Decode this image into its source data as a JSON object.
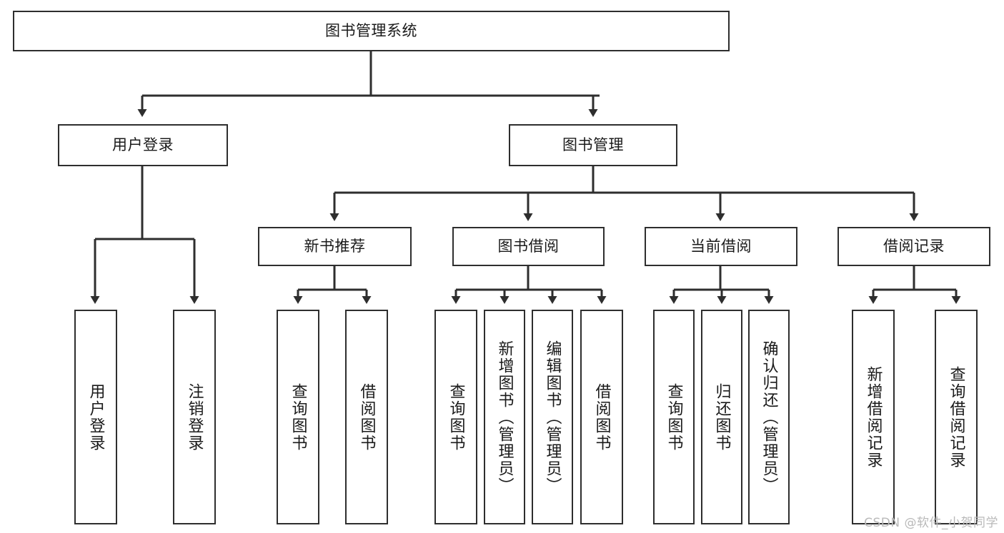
{
  "diagram": {
    "title": "图书管理系统",
    "type": "hierarchy-tree",
    "watermark": "CSDN @软件_小贺同学",
    "root": {
      "id": "root",
      "label": "图书管理系统",
      "orientation": "horizontal"
    },
    "level2": [
      {
        "id": "user-login",
        "label": "用户登录",
        "orientation": "horizontal"
      },
      {
        "id": "book-management",
        "label": "图书管理",
        "orientation": "horizontal"
      }
    ],
    "level3": [
      {
        "id": "new-book-recommend",
        "label": "新书推荐",
        "orientation": "horizontal",
        "parent": "book-management"
      },
      {
        "id": "book-borrow",
        "label": "图书借阅",
        "orientation": "horizontal",
        "parent": "book-management"
      },
      {
        "id": "current-borrow",
        "label": "当前借阅",
        "orientation": "horizontal",
        "parent": "book-management"
      },
      {
        "id": "borrow-record",
        "label": "借阅记录",
        "orientation": "horizontal",
        "parent": "book-management"
      }
    ],
    "leaves": [
      {
        "id": "leaf-user-login",
        "label": "用户登录",
        "parent": "user-login"
      },
      {
        "id": "leaf-logout",
        "label": "注销登录",
        "parent": "user-login"
      },
      {
        "id": "leaf-query-book-1",
        "label": "查询图书",
        "parent": "new-book-recommend"
      },
      {
        "id": "leaf-borrow-book-1",
        "label": "借阅图书",
        "parent": "new-book-recommend"
      },
      {
        "id": "leaf-query-book-2",
        "label": "查询图书",
        "parent": "book-borrow"
      },
      {
        "id": "leaf-add-book",
        "label": "新增图书（管理员）",
        "parent": "book-borrow"
      },
      {
        "id": "leaf-edit-book",
        "label": "编辑图书（管理员）",
        "parent": "book-borrow"
      },
      {
        "id": "leaf-borrow-book-2",
        "label": "借阅图书",
        "parent": "book-borrow"
      },
      {
        "id": "leaf-query-book-3",
        "label": "查询图书",
        "parent": "current-borrow"
      },
      {
        "id": "leaf-return-book",
        "label": "归还图书",
        "parent": "current-borrow"
      },
      {
        "id": "leaf-confirm-return",
        "label": "确认归还（管理员）",
        "parent": "current-borrow"
      },
      {
        "id": "leaf-add-record",
        "label": "新增借阅记录",
        "parent": "borrow-record"
      },
      {
        "id": "leaf-query-record",
        "label": "查询借阅记录",
        "parent": "borrow-record"
      }
    ],
    "colors": {
      "stroke": "#2e2e2e",
      "fill": "#ffffff",
      "text": "#1a1a1a",
      "watermark": "#b9b9b9"
    }
  }
}
